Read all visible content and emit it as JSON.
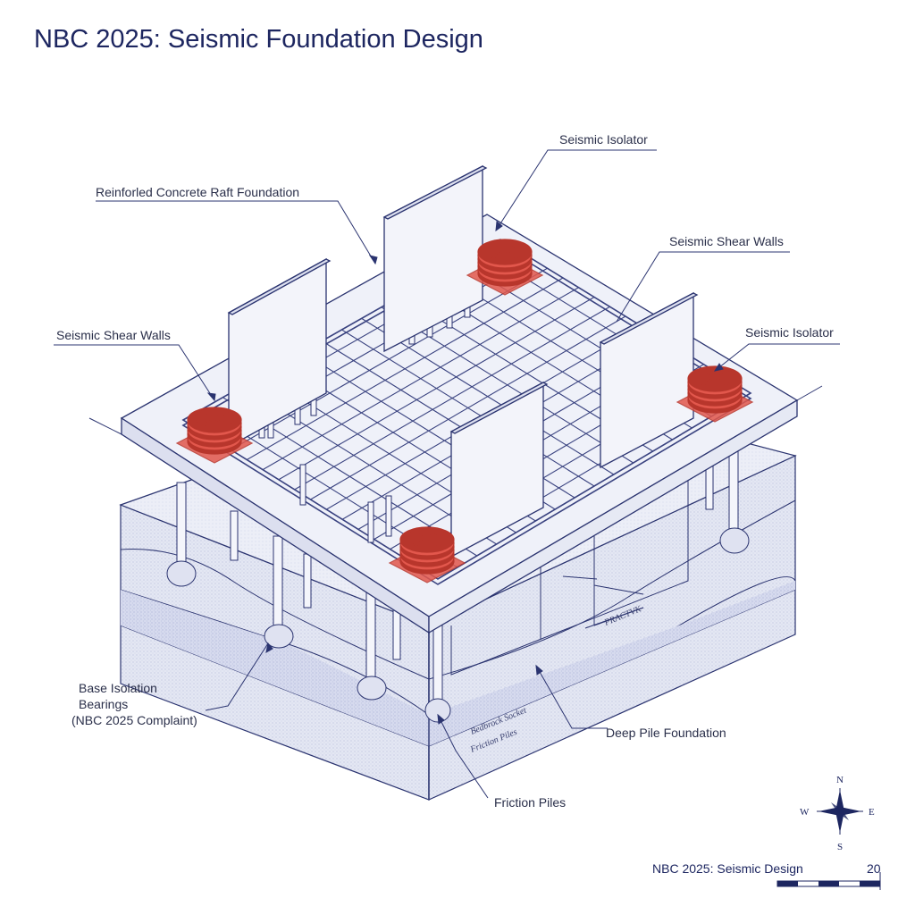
{
  "title": "NBC 2025: Seismic Foundation Design",
  "labels": {
    "raft": "Reinforled Concrete Raft Foundation",
    "isolator_top": "Seismic Isolator",
    "shear_walls_right": "Seismic Shear Walls",
    "shear_walls_left": "Seismic Shear Walls",
    "isolator_right": "Seismic Isolator",
    "base_isolation_line1": "Base Isolation",
    "base_isolation_line2": "Bearings",
    "base_isolation_line3": "(NBC 2025 Complaint)",
    "deep_pile": "Deep Pile Foundation",
    "friction_piles": "Friction Piles"
  },
  "inscriptions": {
    "bedrock": "Bedbrock Socket",
    "friction": "Friction Piles",
    "pile_tag": "PRACTVK"
  },
  "compass": {
    "n": "N",
    "s": "S",
    "e": "E",
    "w": "W"
  },
  "footer": {
    "title": "NBC 2025: Seismic Design",
    "number": "20"
  },
  "colors": {
    "line": "#2b3470",
    "grid": "#3a4380",
    "soil": "#e3e6f3",
    "soil_dark": "#d2d6ea",
    "slab": "#eef0f9",
    "wall": "#f2f3fa",
    "isolator": "#e2574c",
    "isolator_dark": "#b8362c"
  }
}
